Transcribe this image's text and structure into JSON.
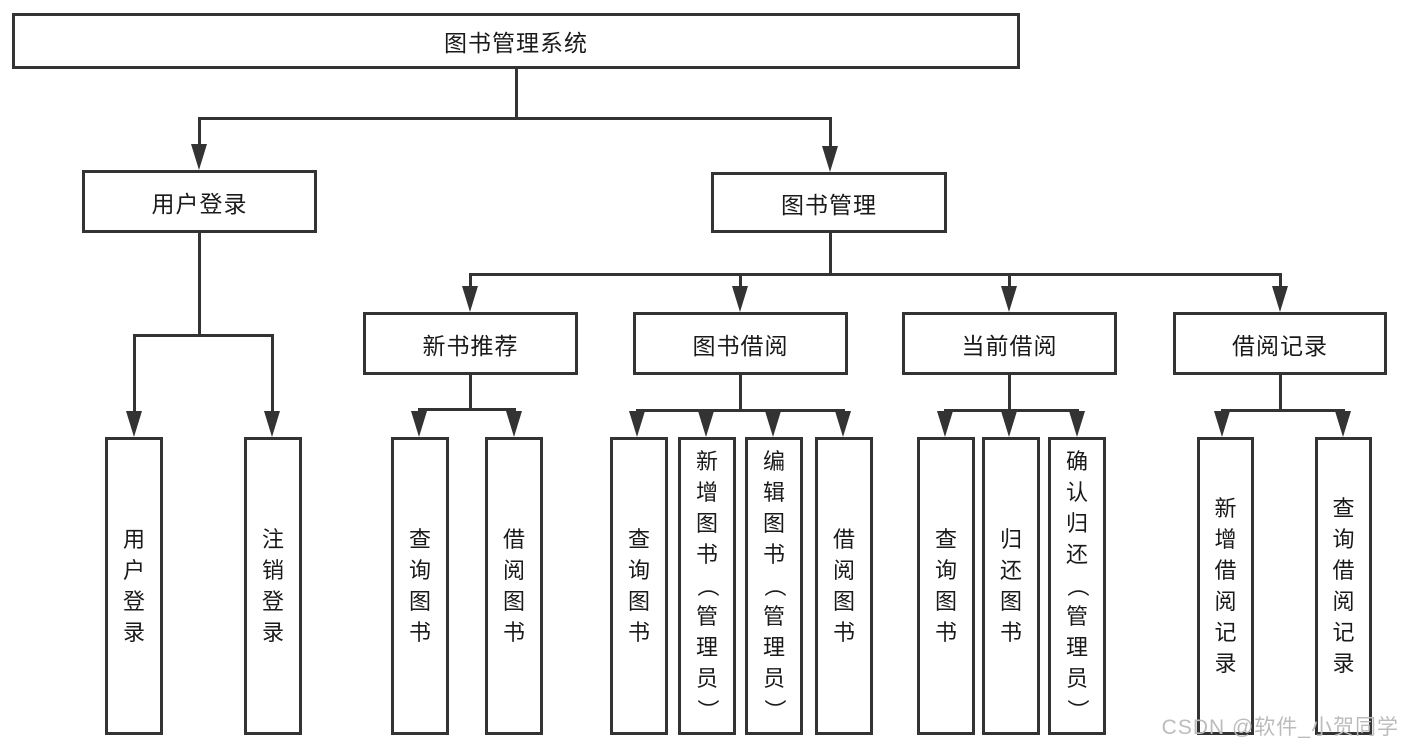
{
  "diagram": {
    "root": {
      "label": "图书管理系统"
    },
    "level2": [
      {
        "label": "用户登录"
      },
      {
        "label": "图书管理"
      }
    ],
    "level3": [
      {
        "label": "新书推荐"
      },
      {
        "label": "图书借阅"
      },
      {
        "label": "当前借阅"
      },
      {
        "label": "借阅记录"
      }
    ],
    "leaves": {
      "user_login": [
        "用户登录",
        "注销登录"
      ],
      "new_books": [
        "查询图书",
        "借阅图书"
      ],
      "book_borrow": [
        "查询图书",
        "新增图书（管理员）",
        "编辑图书（管理员）",
        "借阅图书"
      ],
      "current_borrow": [
        "查询图书",
        "归还图书",
        "确认归还（管理员）"
      ],
      "borrow_records": [
        "新增借阅记录",
        "查询借阅记录"
      ]
    }
  },
  "watermark": "CSDN @软件_小贺同学",
  "colors": {
    "line": "#333333",
    "text": "#1a1a1a",
    "background": "#ffffff",
    "watermark": "#bcbcbc"
  }
}
